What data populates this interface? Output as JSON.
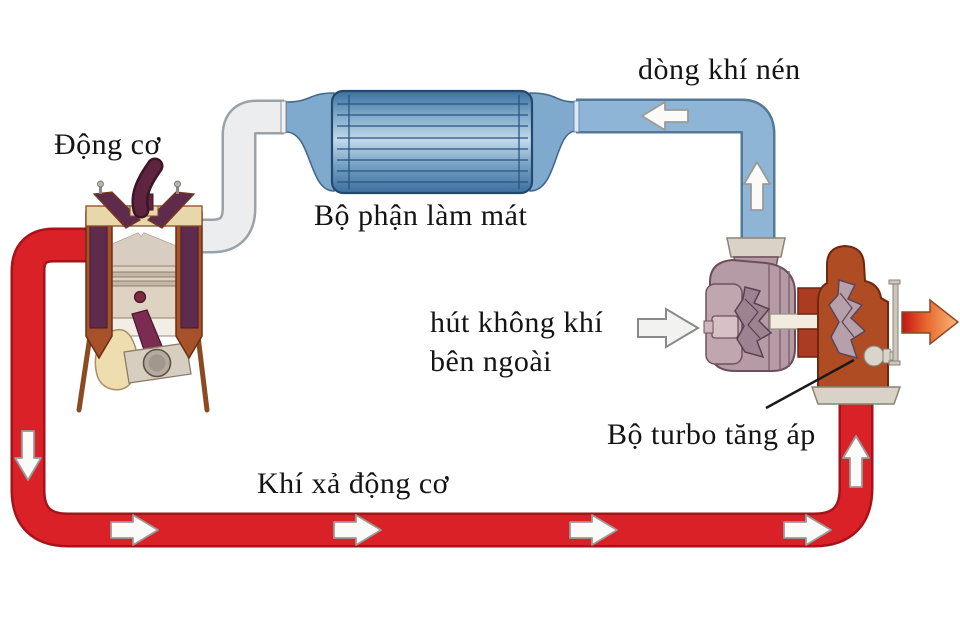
{
  "diagram": {
    "labels": {
      "engine": "Động cơ",
      "cooler": "Bộ phận làm mát",
      "compressed_air_flow": "dòng khí nén",
      "air_intake_line1": "hút không khí",
      "air_intake_line2": "bên ngoài",
      "turbocharger": "Bộ turbo tăng áp",
      "exhaust_gas": "Khí xả động cơ"
    },
    "colors": {
      "background": "#ffffff",
      "text": "#141414",
      "exhaust_pipe_red": "#da2127",
      "exhaust_pipe_edge": "#a8121a",
      "compressed_air_pipe_blue": "#8fb5d6",
      "compressed_air_pipe_edge": "#54789a",
      "cooled_air_pipe_gray": "#ebedee",
      "intercooler_dark_blue": "#3e6f9e",
      "intercooler_light_blue": "#c2d9ea",
      "compressor_housing_mauve": "#b59ba5",
      "turbine_housing_rust": "#b04c24",
      "engine_block_rust": "#a8522c",
      "engine_jacket_purple": "#5f2b4c",
      "piston_beige": "#ded2c2",
      "flow_arrow_white": "#fafaf8",
      "exhaust_out_gradient_start": "#c41414",
      "exhaust_out_gradient_end": "#f8b878"
    },
    "flow_arrows": [
      {
        "name": "exhaust-down-arrow",
        "pipe": "exhaust-left-vertical",
        "direction": "down"
      },
      {
        "name": "exhaust-right-arrow-1",
        "pipe": "exhaust-bottom-horizontal",
        "direction": "right"
      },
      {
        "name": "exhaust-right-arrow-2",
        "pipe": "exhaust-bottom-horizontal",
        "direction": "right"
      },
      {
        "name": "exhaust-right-arrow-3",
        "pipe": "exhaust-bottom-horizontal",
        "direction": "right"
      },
      {
        "name": "exhaust-right-arrow-4",
        "pipe": "exhaust-bottom-horizontal",
        "direction": "right"
      },
      {
        "name": "exhaust-up-arrow",
        "pipe": "exhaust-right-vertical",
        "direction": "up"
      },
      {
        "name": "compressed-air-up-arrow",
        "pipe": "compressed-air-vertical",
        "direction": "up"
      },
      {
        "name": "compressed-air-left-arrow",
        "pipe": "compressed-air-horizontal",
        "direction": "left"
      },
      {
        "name": "outside-air-intake-arrow",
        "pipe": "compressor-inlet",
        "direction": "right"
      },
      {
        "name": "exhaust-outlet-arrow",
        "pipe": "turbine-outlet",
        "direction": "right"
      }
    ]
  }
}
